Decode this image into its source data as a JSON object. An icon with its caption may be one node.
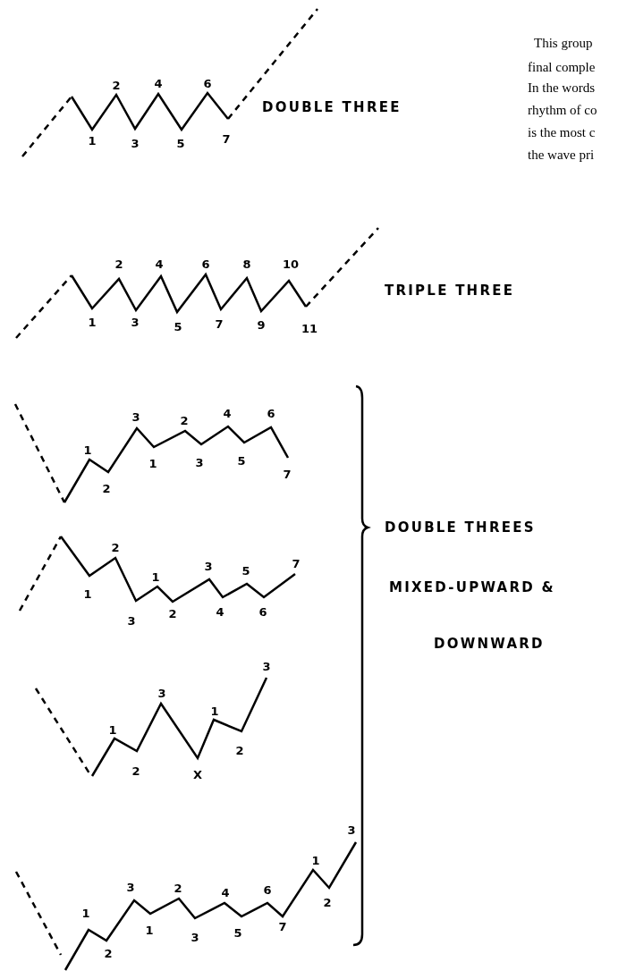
{
  "diagram": {
    "labels": [
      "2",
      "4",
      "6",
      "1",
      "3",
      "5",
      "7",
      "DOUBLE THREE",
      "This group",
      "final comple",
      "In the words",
      "rhythm of co",
      "is the most c",
      "the wave pri",
      "2",
      "4",
      "6",
      "8",
      "10",
      "1",
      "3",
      "5",
      "7",
      "9",
      "11",
      "TRIPLE THREE",
      "3",
      "2",
      "4",
      "6",
      "1",
      "2",
      "1",
      "3",
      "5",
      "7",
      "2",
      "3",
      "5",
      "7",
      "1",
      "3",
      "2",
      "1",
      "4",
      "6",
      "DOUBLE THREES",
      "MIXED-UPWARD &",
      "DOWNWARD",
      "3",
      "1",
      "3",
      "1",
      "2",
      "2",
      "X",
      "3",
      "3",
      "2",
      "4",
      "6",
      "1",
      "1",
      "2",
      "1",
      "3",
      "5",
      "7",
      "2"
    ]
  }
}
